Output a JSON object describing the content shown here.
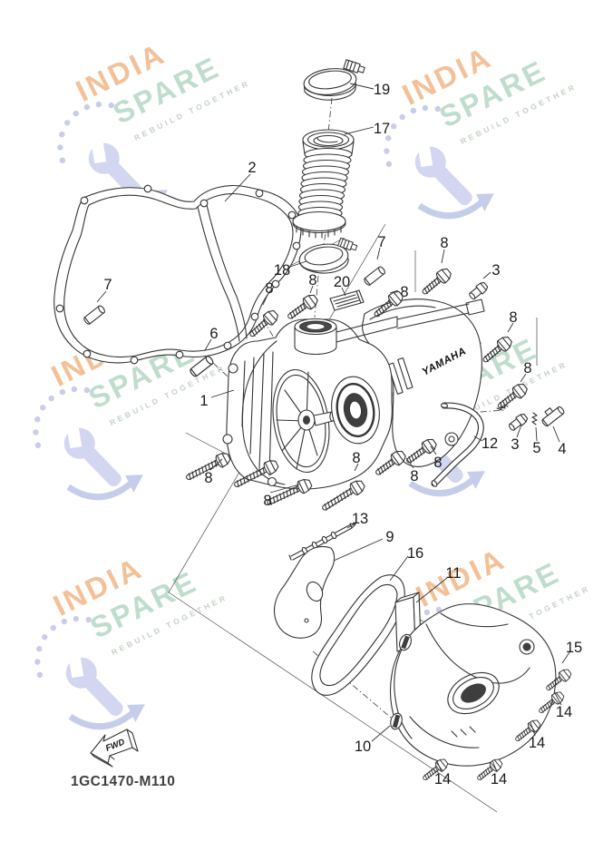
{
  "watermark": {
    "brand_top": "INDIA",
    "brand_bottom": "SPARE",
    "tagline": "REBUILD TOGETHER"
  },
  "colors": {
    "watermark_india": "#f3c197",
    "watermark_spare": "#bfddcd",
    "watermark_tagline": "#c6d2c6",
    "watermark_tool": "#d2d6f0",
    "line_art": "#343434",
    "callout_text": "#1b1b1b"
  },
  "labels": {
    "n1": "1",
    "n2": "2",
    "n3": "3",
    "n4": "4",
    "n5": "5",
    "n6": "6",
    "n7": "7",
    "n8": "8",
    "n9": "9",
    "n10": "10",
    "n11": "11",
    "n12": "12",
    "n13": "13",
    "n14": "14",
    "n15": "15",
    "n16": "16",
    "n17": "17",
    "n18": "18",
    "n19": "19",
    "n20": "20"
  },
  "diagram": {
    "logo_text": "YAMAHA"
  },
  "footer": {
    "drawing_number": "1GC1470-M110",
    "fwd_label": "FWD"
  }
}
